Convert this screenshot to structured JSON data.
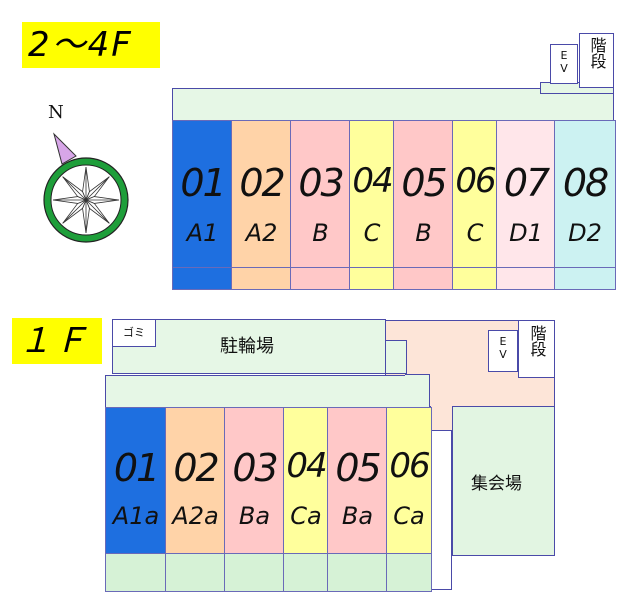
{
  "upper": {
    "floor_label": "2～4F",
    "ev_label": "EV",
    "stairs_label": "階段",
    "units": [
      {
        "num": "01",
        "type": "A1",
        "color": "#1e6fe0",
        "strip": "#1e6fe0"
      },
      {
        "num": "02",
        "type": "A2",
        "color": "#ffd3a8",
        "strip": "#ffd3a8"
      },
      {
        "num": "03",
        "type": "B",
        "color": "#ffc8c8",
        "strip": "#ffc8c8"
      },
      {
        "num": "04",
        "type": "C",
        "color": "#ffff9c",
        "strip": "#ffff9c"
      },
      {
        "num": "05",
        "type": "B",
        "color": "#ffc8c8",
        "strip": "#ffc8c8"
      },
      {
        "num": "06",
        "type": "C",
        "color": "#ffff9c",
        "strip": "#ffff9c"
      },
      {
        "num": "07",
        "type": "D1",
        "color": "#ffe6ea",
        "strip": "#ffe6ea"
      },
      {
        "num": "08",
        "type": "D2",
        "color": "#ccf2f2",
        "strip": "#ccf2f2"
      }
    ]
  },
  "ground": {
    "floor_label": "１Ｆ",
    "garbage_label": "ゴミ",
    "bicycle_label": "駐輪場",
    "ev_label": "EV",
    "stairs_label": "階段",
    "hall_label": "集会場",
    "units": [
      {
        "num": "01",
        "type": "A1a",
        "color": "#1e6fe0"
      },
      {
        "num": "02",
        "type": "A2a",
        "color": "#ffd3a8"
      },
      {
        "num": "03",
        "type": "Ba",
        "color": "#ffc8c8"
      },
      {
        "num": "04",
        "type": "Ca",
        "color": "#ffff9c"
      },
      {
        "num": "05",
        "type": "Ba",
        "color": "#ffc8c8"
      },
      {
        "num": "06",
        "type": "Ca",
        "color": "#ffff9c"
      }
    ]
  },
  "compass": {
    "north_label": "N"
  },
  "colors": {
    "corridor": "#e6f7e6",
    "balcony": "#d6f2d6",
    "common_area": "#fde5d8",
    "hall": "#e2f5e2",
    "outline": "#4a4aa8"
  }
}
